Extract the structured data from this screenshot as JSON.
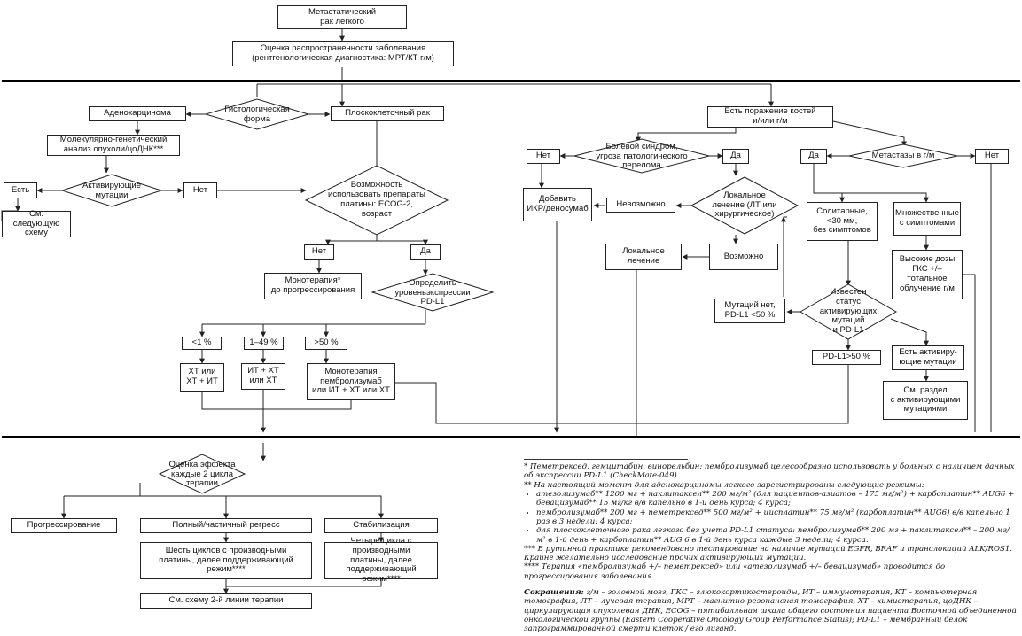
{
  "nodes": {
    "metastatic": "Метастатический\nрак легкого",
    "assessment": "Оценка распространенности заболевания\n(рентгенологическая диагностика: МРТ/КТ г/м)",
    "adenocarcinoma": "Аденокарцинома",
    "histology": "Гистологическая\nформа",
    "squamous": "Плоскоклеточный рак",
    "molecular": "Молекулярно-генетический\nанализ опухоли/цоДНК***",
    "yes_left": "Есть",
    "activating": "Активирующие\nмутации",
    "no_mid": "Нет",
    "see_next": "См. следующую\nсхему",
    "platinum_possible": "Возможность\nиспользовать препараты\nплатины: ECOG-2,\nвозраст",
    "no_platinum": "Нет",
    "yes_platinum": "Да",
    "monotherapy": "Монотерапия*\nдо прогрессирования",
    "pdl1_level": "Определить\nуровеньэкспрессии\nPD-L1",
    "lt1": "<1 %",
    "r1_49": "1–49 %",
    "gt50": ">50 %",
    "xt_it": "ХТ или\nХТ + ИТ",
    "it_xt": "ИТ + ХТ\nили ХТ",
    "mono_pembro": "Монотерапия\nпембролизумаб\nили ИТ + ХТ или ХТ",
    "bone": "Есть поражение костей\nи/или г/м",
    "no_pain": "Нет",
    "pain": "Болевой синдром,\nугроза патологического\nперелома",
    "yes_pain": "Да",
    "ikr": "Добавить\nИКР/деносумаб",
    "impossible": "Невозможно",
    "local_treatment_q": "Локальное\nлечение (ЛТ или\nхирургическое)",
    "local_treatment": "Локальное\nлечение",
    "possible": "Возможно",
    "yes_meta": "Да",
    "brain_meta": "Метастазы в г/м",
    "no_meta": "Нет",
    "solitary": "Солитарные,\n<30 мм,\nбез симптомов",
    "multiple": "Множественные\nс симптомами",
    "high_dose": "Высокие дозы\nГКС +/–\nтотальное\nоблучение г/м",
    "no_mutations": "Мутаций нет,\nPD-L1 <50 %",
    "status_known": "Известен\nстатус активирующих\nмутаций\nи PD-L1",
    "pdl1_gt50": "PD-L1>50 %",
    "has_mutations": "Есть активиру-\nющие мутации",
    "see_section": "См. раздел\nс активирующими\nмутациями",
    "evaluate": "Оценка эффекта\nкаждые 2 цикла\nтерапии",
    "progression": "Прогрессирование",
    "regression": "Полный/частичный регресс",
    "stabilization": "Стабилизация",
    "six_cycles": "Шесть циклов с производными\nплатины, далее поддерживающий\nрежим****",
    "four_cycles": "Четыре цикла с производными\nплатины, далее поддерживающий\nрежим****",
    "second_line": "См. схему 2-й линии терапии"
  },
  "notes": {
    "n1": "* Пеметрексед, гемцитабин, винорельбин; пембролизумаб целесообразно использовать у больных с наличием данных об экспрессии PD-L1 (CheckMate-049).",
    "n2": "** На настоящий момент для аденокарциномы легкого зарегистрированы следующие режимы:",
    "b1": "атезолизумаб** 1200 мг + паклитаксел** 200 мг/м² (для пациентов-азиатов – 175 мг/м²) + карбоплатин** AUG6 + бевацизумаб** 15 мг/кг в/в капельно в 1-й день курса; 4 курса;",
    "b2": "пембролизумаб** 200 мг + пеметрексед** 500 мг/м² + цисплатин** 75 мг/м² (карбоплатин** AUG6) в/в капельно 1 раз в 3 недели; 4 курса;",
    "b3": "для плоскоклеточного рака легкого без учета PD-L1 статуса: пембролизумаб** 200 мг + паклитаксел** – 200 мг/м² в 1-й день + карбоплатин** AUG 6 в 1-й день курса каждые 3 недели; 4 курса.",
    "n3": "*** В рутинной практике рекомендовано тестирование на наличие мутаций EGFR, BRAF и транслокаций ALK/ROS1. Крайне желательно исследование прочих активирующих мутаций.",
    "n4": "**** Терапия «пембролизумаб +/– пеметрексед» или «атезолизумаб +/– бевацизумаб» проводится до прогрессирования заболевания.",
    "abbr_label": "Сокращения:",
    "abbr_text": " г/м – головной мозг, ГКС – глюкокортикостероиды, ИТ – иммунотерапия, КТ – компьютерная томография, ЛТ – лучевая терапия, МРТ – магнитно-резонансная томография, ХТ – химиотерапия, цоДНК – циркулирующая опухолевая ДНК, ECOG – пятибалльная шкала общего состояния пациента Восточной объединенной онкологической группы (Eastern Cooperative Oncology Group Performance Status); PD-L1 – мембранный белок запрограммированной смерти клеток / его лиганд."
  }
}
